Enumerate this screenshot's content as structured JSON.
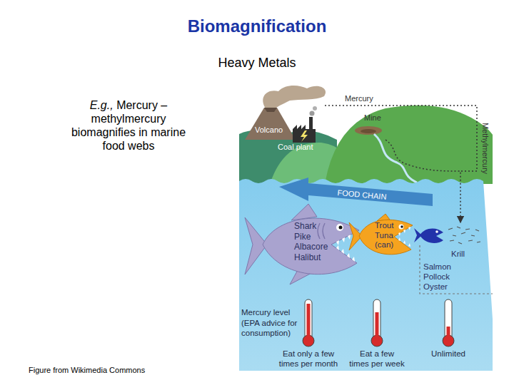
{
  "diagram": {
    "title": "Biomagnification",
    "nodes": [
      {
        "text": [
          "Shark Pike Albacore Halibut"
        ]
      },
      {
        "text": [
          "Trout Tuna (can)"
        ]
      },
      {
        "text": [
          "Salmon Pollock Oyster"
        ]
      },
      {
        "text": [
          "Eat only a few times per month"
        ]
      },
      {
        "text": [
          "Eat a few times per week"
        ]
      },
      {
        "text": [
          "Unlimited"
        ]
      }
    ],
    "labels": [
      "Heavy Metals",
      "E.g.,",
      "Mercury – methylmercury biomagnifies in marine food webs",
      "Mercury",
      "Volcano",
      "Mine",
      "Coal plant",
      "Methylmercury",
      "FOOD CHAIN",
      "Krill",
      "Mercury level (EPA advice for consumption)",
      "Figure from Wikimedia Commons"
    ]
  }
}
